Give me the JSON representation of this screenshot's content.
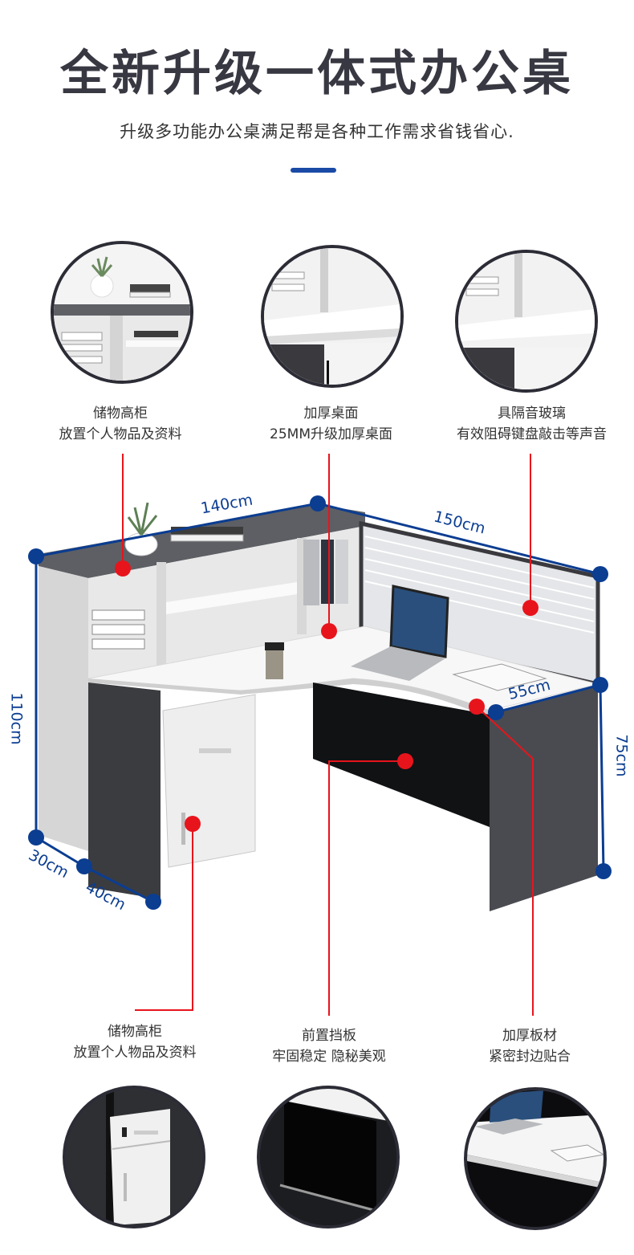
{
  "header": {
    "title": "全新升级一体式办公桌",
    "subtitle": "升级多功能办公桌满足帮是各种工作需求省钱省心."
  },
  "colors": {
    "title": "#383842",
    "accent": "#1a4aa6",
    "dimension_blue": "#0b3d91",
    "callout_red": "#e8141c",
    "circle_border": "#2c2c36"
  },
  "top_features": [
    {
      "title": "储物高柜",
      "desc": "放置个人物品及资料",
      "image": "storage-hutch-closeup"
    },
    {
      "title": "加厚桌面",
      "desc": "25MM升级加厚桌面",
      "image": "desktop-thickness-closeup"
    },
    {
      "title": "具隔音玻璃",
      "desc": "有效阻碍键盘敲击等声音",
      "image": "partition-glass-closeup"
    }
  ],
  "bottom_features": [
    {
      "title": "储物高柜",
      "desc": "放置个人物品及资料",
      "image": "mobile-pedestal-closeup"
    },
    {
      "title": "前置挡板",
      "desc": "牢固稳定 隐秘美观",
      "image": "modesty-panel-closeup"
    },
    {
      "title": "加厚板材",
      "desc": "紧密封边贴合",
      "image": "thick-board-closeup"
    }
  ],
  "dimensions": {
    "hutch_width": "140cm",
    "desk_length": "150cm",
    "return_depth": "55cm",
    "total_height": "110cm",
    "desk_height": "75cm",
    "side_depth": "30cm",
    "pedestal_depth": "40cm"
  }
}
